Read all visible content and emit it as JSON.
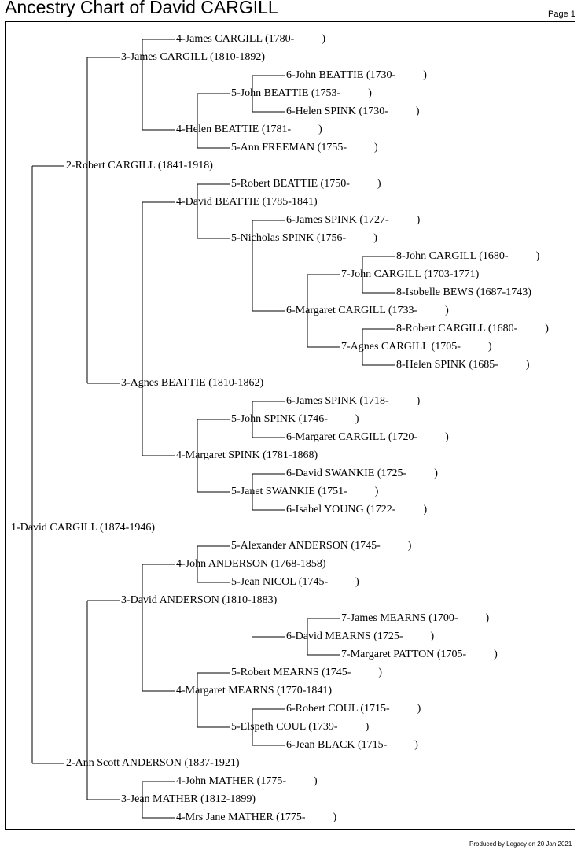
{
  "title": "Ancestry Chart of David CARGILL",
  "page_label": "Page 1",
  "footer": "Produced by Legacy on 20 Jan 2021",
  "line_color": "#000000",
  "people": [
    {
      "id": "p1",
      "gen": 1,
      "label": "1-David CARGILL (1874-1946)",
      "parent": null
    },
    {
      "id": "p2",
      "gen": 2,
      "label": "2-Robert CARGILL (1841-1918)",
      "parent": "p1"
    },
    {
      "id": "p3",
      "gen": 3,
      "label": "3-James CARGILL (1810-1892)",
      "parent": "p2"
    },
    {
      "id": "p4",
      "gen": 4,
      "label": "4-James CARGILL (1780-          )",
      "parent": "p3"
    },
    {
      "id": "p5",
      "gen": 4,
      "label": "4-Helen BEATTIE (1781-          )",
      "parent": "p3"
    },
    {
      "id": "p6",
      "gen": 5,
      "label": "5-John BEATTIE (1753-          )",
      "parent": "p5"
    },
    {
      "id": "p7",
      "gen": 6,
      "label": "6-John BEATTIE (1730-          )",
      "parent": "p6"
    },
    {
      "id": "p8",
      "gen": 6,
      "label": "6-Helen SPINK (1730-          )",
      "parent": "p6"
    },
    {
      "id": "p9",
      "gen": 5,
      "label": "5-Ann FREEMAN (1755-          )",
      "parent": "p5"
    },
    {
      "id": "p10",
      "gen": 3,
      "label": "3-Agnes BEATTIE (1810-1862)",
      "parent": "p2"
    },
    {
      "id": "p11",
      "gen": 4,
      "label": "4-David BEATTIE (1785-1841)",
      "parent": "p10"
    },
    {
      "id": "p12",
      "gen": 5,
      "label": "5-Robert BEATTIE (1750-          )",
      "parent": "p11"
    },
    {
      "id": "p13",
      "gen": 5,
      "label": "5-Nicholas SPINK (1756-          )",
      "parent": "p11"
    },
    {
      "id": "p14",
      "gen": 6,
      "label": "6-James SPINK (1727-          )",
      "parent": "p13"
    },
    {
      "id": "p15",
      "gen": 6,
      "label": "6-Margaret CARGILL (1733-          )",
      "parent": "p13"
    },
    {
      "id": "p16",
      "gen": 7,
      "label": "7-John CARGILL (1703-1771)",
      "parent": "p15"
    },
    {
      "id": "p17",
      "gen": 8,
      "label": "8-John CARGILL (1680-          )",
      "parent": "p16"
    },
    {
      "id": "p18",
      "gen": 8,
      "label": "8-Isobelle BEWS (1687-1743)",
      "parent": "p16"
    },
    {
      "id": "p19",
      "gen": 7,
      "label": "7-Agnes CARGILL (1705-          )",
      "parent": "p15"
    },
    {
      "id": "p20",
      "gen": 8,
      "label": "8-Robert CARGILL (1680-          )",
      "parent": "p19"
    },
    {
      "id": "p21",
      "gen": 8,
      "label": "8-Helen SPINK (1685-          )",
      "parent": "p19"
    },
    {
      "id": "p22",
      "gen": 4,
      "label": "4-Margaret SPINK (1781-1868)",
      "parent": "p10"
    },
    {
      "id": "p23",
      "gen": 5,
      "label": "5-John SPINK (1746-          )",
      "parent": "p22"
    },
    {
      "id": "p24",
      "gen": 6,
      "label": "6-James SPINK (1718-          )",
      "parent": "p23"
    },
    {
      "id": "p25",
      "gen": 6,
      "label": "6-Margaret CARGILL (1720-          )",
      "parent": "p23"
    },
    {
      "id": "p26",
      "gen": 5,
      "label": "5-Janet SWANKIE (1751-          )",
      "parent": "p22"
    },
    {
      "id": "p27",
      "gen": 6,
      "label": "6-David SWANKIE (1725-          )",
      "parent": "p26"
    },
    {
      "id": "p28",
      "gen": 6,
      "label": "6-Isabel YOUNG (1722-          )",
      "parent": "p26"
    },
    {
      "id": "p29",
      "gen": 2,
      "label": "2-Ann Scott ANDERSON (1837-1921)",
      "parent": "p1"
    },
    {
      "id": "p30",
      "gen": 3,
      "label": "3-David ANDERSON (1810-1883)",
      "parent": "p29"
    },
    {
      "id": "p31",
      "gen": 4,
      "label": "4-John ANDERSON (1768-1858)",
      "parent": "p30"
    },
    {
      "id": "p32",
      "gen": 5,
      "label": "5-Alexander ANDERSON (1745-          )",
      "parent": "p31"
    },
    {
      "id": "p33",
      "gen": 5,
      "label": "5-Jean NICOL (1745-          )",
      "parent": "p31"
    },
    {
      "id": "p34",
      "gen": 4,
      "label": "4-Margaret MEARNS (1770-1841)",
      "parent": "p30"
    },
    {
      "id": "p35",
      "gen": 5,
      "label": "5-Robert MEARNS (1745-          )",
      "parent": "p34"
    },
    {
      "id": "p36",
      "gen": 6,
      "label": "6-David MEARNS (1725-          )",
      "parent": "p35"
    },
    {
      "id": "p37",
      "gen": 7,
      "label": "7-James MEARNS (1700-          )",
      "parent": "p36"
    },
    {
      "id": "p38",
      "gen": 7,
      "label": "7-Margaret PATTON (1705-          )",
      "parent": "p36"
    },
    {
      "id": "p39",
      "gen": 5,
      "label": "5-Elspeth COUL (1739-          )",
      "parent": "p34"
    },
    {
      "id": "p40",
      "gen": 6,
      "label": "6-Robert COUL (1715-          )",
      "parent": "p39"
    },
    {
      "id": "p41",
      "gen": 6,
      "label": "6-Jean BLACK (1715-          )",
      "parent": "p39"
    },
    {
      "id": "p42",
      "gen": 3,
      "label": "3-Jean MATHER (1812-1899)",
      "parent": "p29"
    },
    {
      "id": "p43",
      "gen": 4,
      "label": "4-John MATHER (1775-          )",
      "parent": "p42"
    },
    {
      "id": "p44",
      "gen": 4,
      "label": "4-Mrs Jane MATHER (1775-          )",
      "parent": "p42"
    }
  ]
}
